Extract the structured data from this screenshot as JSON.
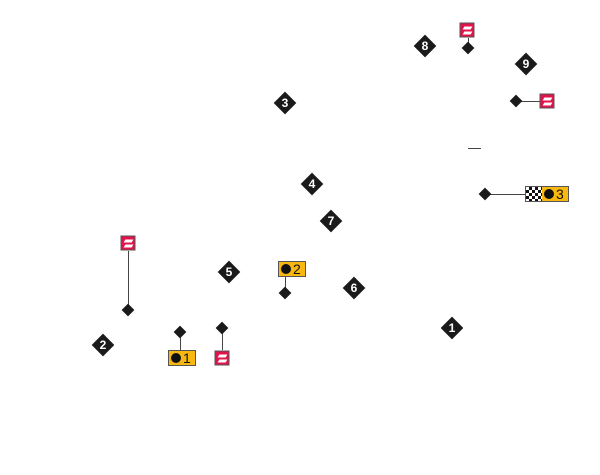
{
  "corners": [
    "1",
    "2",
    "3",
    "4",
    "5",
    "6",
    "7",
    "8",
    "9"
  ],
  "timers": [
    "1",
    "2",
    "3"
  ],
  "icons": {
    "corner": "corner-number-diamond",
    "point": "track-point-diamond",
    "flag": "pit-sector-flag-icon",
    "timer": "stopwatch-icon",
    "finish": "checkered-flag-icon"
  }
}
